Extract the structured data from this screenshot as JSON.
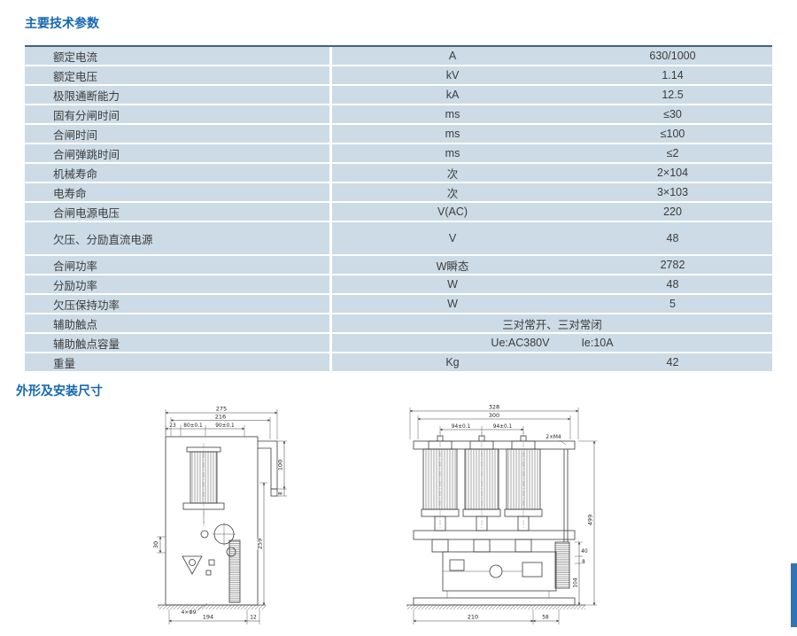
{
  "page": {
    "section1_title": "主要技术参数",
    "section2_title": "外形及安装尺寸"
  },
  "colors": {
    "heading_blue": "#1567b2",
    "table_bg": "#ccdbe6",
    "table_top_border": "#46627a",
    "edge_bar_blue": "#3572b5"
  },
  "table": {
    "rows": [
      {
        "name": "额定电流",
        "unit": "A",
        "value": "630/1000"
      },
      {
        "name": "额定电压",
        "unit": "kV",
        "value": "1.14"
      },
      {
        "name": "极限通断能力",
        "unit": "kA",
        "value": "12.5"
      },
      {
        "name": "固有分闸时间",
        "unit": "ms",
        "value": "≤30"
      },
      {
        "name": "合闸时间",
        "unit": "ms",
        "value": "≤100"
      },
      {
        "name": "合闸弹跳时间",
        "unit": "ms",
        "value": "≤2"
      },
      {
        "name": "机械寿命",
        "unit": "次",
        "value": "2×104"
      },
      {
        "name": "电寿命",
        "unit": "次",
        "value": "3×103"
      },
      {
        "name": "合闸电源电压",
        "unit": "V(AC)",
        "value": "220"
      },
      {
        "name": "欠压、分励直流电源",
        "unit": "V",
        "value": "48"
      },
      {
        "name": "合闸功率",
        "unit": "W瞬态",
        "value": "2782"
      },
      {
        "name": "分励功率",
        "unit": "W",
        "value": "48"
      },
      {
        "name": "欠压保持功率",
        "unit": "W",
        "value": "5"
      },
      {
        "name": "辅助触点",
        "span": "三对常开、三对常闭"
      },
      {
        "name": "辅助触点容量",
        "ue": "Ue:AC380V",
        "ie": "Ie:10A"
      },
      {
        "name": "重量",
        "unit": "Kg",
        "value": "42"
      }
    ]
  },
  "drawings": {
    "left": {
      "w_total": "275",
      "w_inner": "216",
      "seg1": "23",
      "seg2": "80±0.1",
      "seg3": "90±0.1",
      "bracket_h": "100",
      "bracket_t": "8",
      "left_dim": "30",
      "height": "259",
      "holes": "4×Φ9",
      "base_w": "194",
      "base_off": "12"
    },
    "right": {
      "w_total": "328",
      "w_inner": "300",
      "pitch1": "94±0.1",
      "pitch2": "94±0.1",
      "studs": "2×M4",
      "height": "499",
      "d40": "40",
      "d8": "8",
      "d104": "104",
      "base_w": "210",
      "base_off": "58"
    }
  }
}
